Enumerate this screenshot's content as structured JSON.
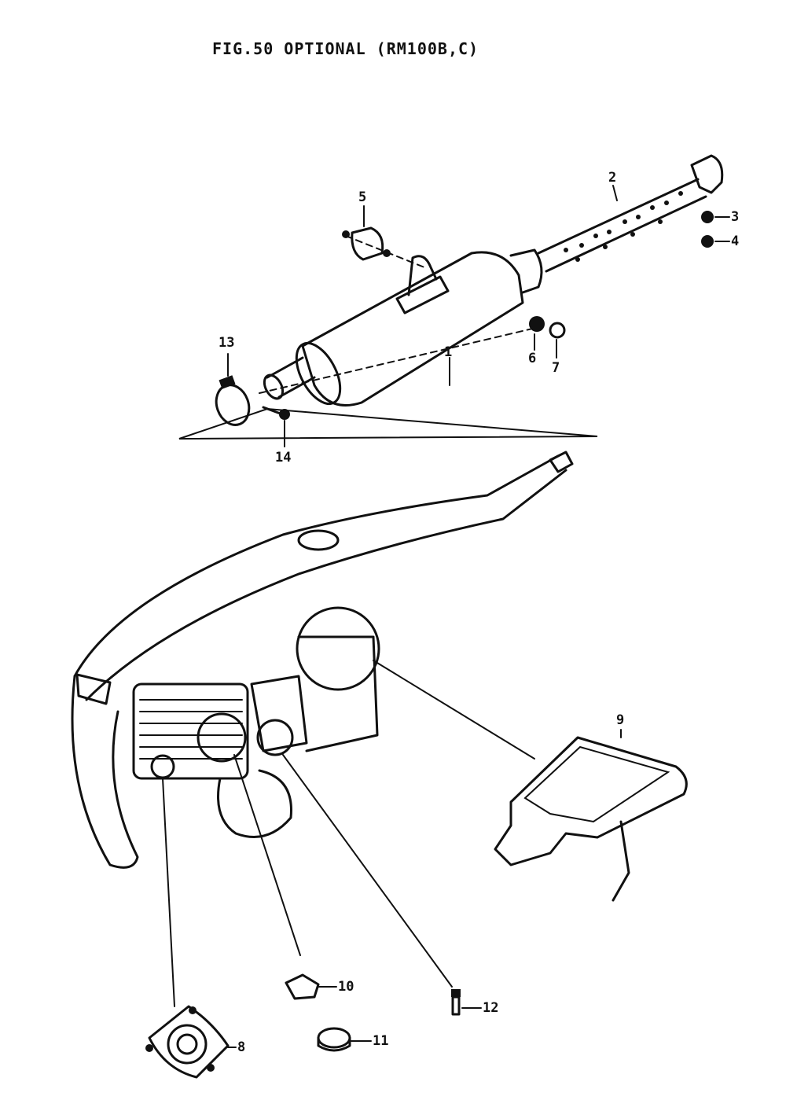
{
  "title": "FIG.50  OPTIONAL (RM100B,C)",
  "colors": {
    "ink": "#111111",
    "paper": "#ffffff"
  },
  "parts": [
    {
      "id": "1",
      "label": "1"
    },
    {
      "id": "2",
      "label": "2"
    },
    {
      "id": "3",
      "label": "3"
    },
    {
      "id": "4",
      "label": "4"
    },
    {
      "id": "5",
      "label": "5"
    },
    {
      "id": "6",
      "label": "6"
    },
    {
      "id": "7",
      "label": "7"
    },
    {
      "id": "8",
      "label": "8"
    },
    {
      "id": "9",
      "label": "9"
    },
    {
      "id": "10",
      "label": "10"
    },
    {
      "id": "11",
      "label": "11"
    },
    {
      "id": "12",
      "label": "12"
    },
    {
      "id": "13",
      "label": "13"
    },
    {
      "id": "14",
      "label": "14"
    }
  ]
}
